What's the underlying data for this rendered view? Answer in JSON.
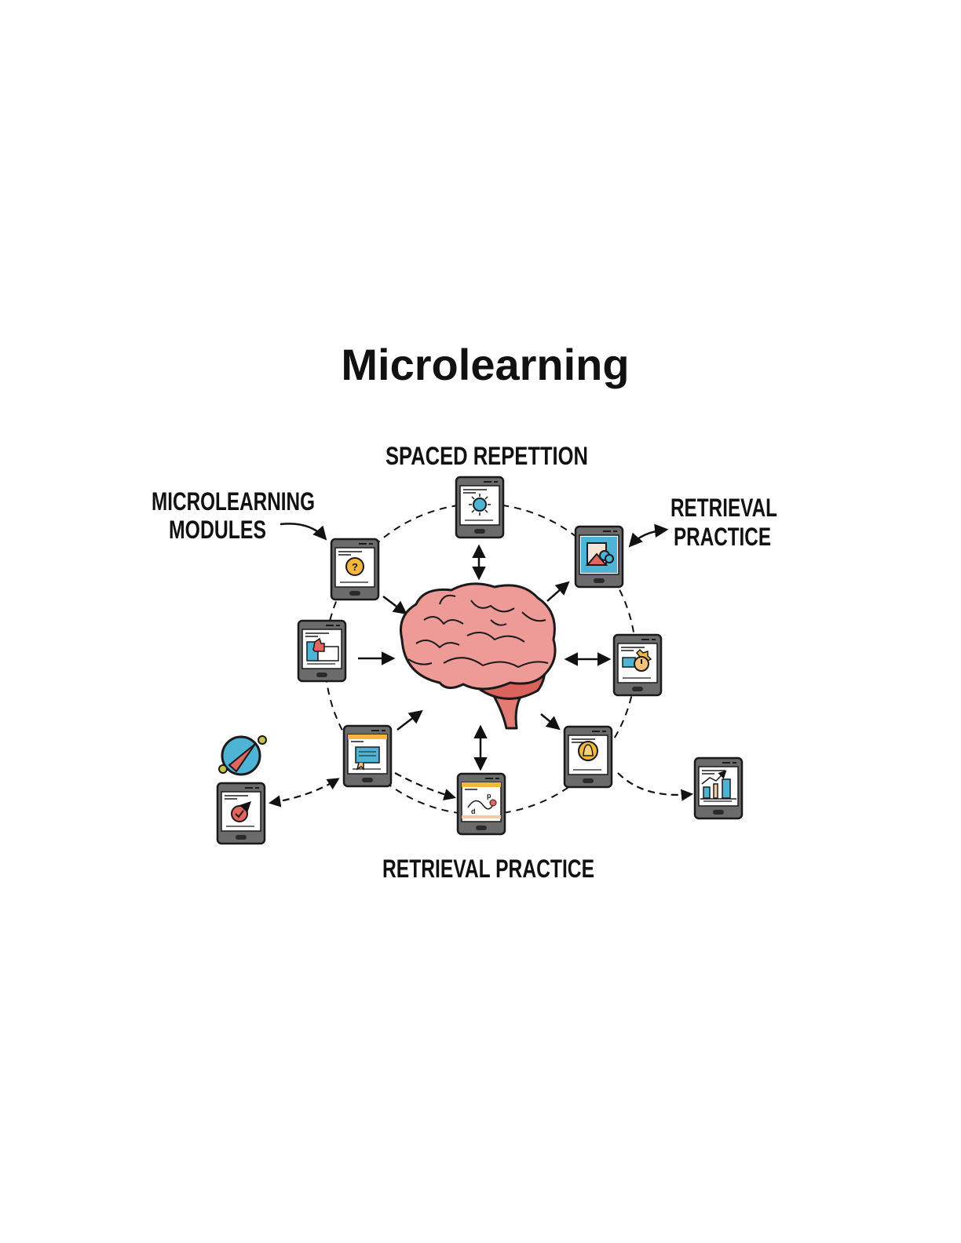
{
  "title": "Microlearning",
  "labels": {
    "top": "SPACED REPETTION",
    "modules_line1": "MICROLEARNING",
    "modules_line2": "MODULES",
    "right_line1": "RETRIEVAL",
    "right_line2": "PRACTICE",
    "bottom": "RETRIEVAL PRACTICE"
  },
  "center": {
    "icon": "brain-icon"
  },
  "devices": [
    {
      "id": "modules",
      "icon": "question-bulb-icon"
    },
    {
      "id": "spaced",
      "icon": "sun-icon"
    },
    {
      "id": "retrieval-right",
      "icon": "picture-icon"
    },
    {
      "id": "left-middle",
      "icon": "thumbs-up-icon"
    },
    {
      "id": "right-middle",
      "icon": "stopwatch-gear-icon"
    },
    {
      "id": "lower-left",
      "icon": "certificate-icon"
    },
    {
      "id": "bottom",
      "icon": "path-curve-icon"
    },
    {
      "id": "lower-right",
      "icon": "bell-icon"
    },
    {
      "id": "far-left",
      "icon": "target-icon"
    },
    {
      "id": "far-right",
      "icon": "bar-chart-icon"
    }
  ],
  "colors": {
    "accent_blue": "#4fb3d6",
    "accent_yellow": "#f2b73c",
    "accent_red": "#e2665e",
    "brain_pink": "#ee9a96",
    "device_gray": "#6b6b6b"
  }
}
